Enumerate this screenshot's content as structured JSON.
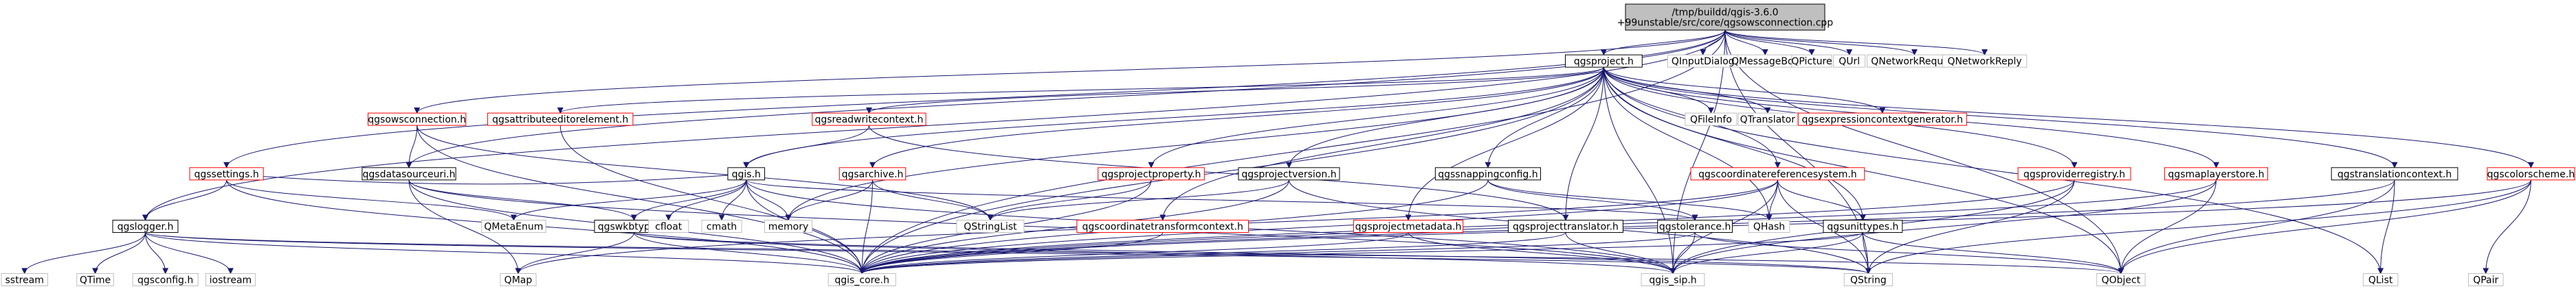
{
  "colors": {
    "edge": "#191970",
    "gray_border": "#bfbfbf",
    "red_border": "#ff0000",
    "black_border": "#000000",
    "root_fill": "#bfbfbf",
    "node_fill": "#ffffff"
  },
  "nodes": {
    "root": {
      "label": "/tmp/buildd/qgis-3.6.0\n+99unstable/src/core/qgsowsconnection.cpp",
      "style": "root"
    },
    "qgsproject": {
      "label": "qgsproject.h",
      "style": "black"
    },
    "QInputDialog": {
      "label": "QInputDialog",
      "style": "gray"
    },
    "QMessageBox": {
      "label": "QMessageBox",
      "style": "gray"
    },
    "QPicture": {
      "label": "QPicture",
      "style": "gray"
    },
    "QUrl": {
      "label": "QUrl",
      "style": "gray"
    },
    "QNetworkRequest": {
      "label": "QNetworkRequest",
      "style": "gray"
    },
    "QNetworkReply": {
      "label": "QNetworkReply",
      "style": "gray"
    },
    "qgsowsconnection": {
      "label": "qgsowsconnection.h",
      "style": "red"
    },
    "qgsattributeeditorelement": {
      "label": "qgsattributeeditorelement.h",
      "style": "red"
    },
    "qgsreadwritecontext": {
      "label": "qgsreadwritecontext.h",
      "style": "red"
    },
    "QFileInfo": {
      "label": "QFileInfo",
      "style": "gray"
    },
    "QTranslator": {
      "label": "QTranslator",
      "style": "gray"
    },
    "qgsexpressioncontextgenerator": {
      "label": "qgsexpressioncontextgenerator.h",
      "style": "red"
    },
    "qgssettings": {
      "label": "qgssettings.h",
      "style": "red"
    },
    "qgsdatasourceuri": {
      "label": "qgsdatasourceuri.h",
      "style": "black"
    },
    "qgis": {
      "label": "qgis.h",
      "style": "black"
    },
    "qgsarchive": {
      "label": "qgsarchive.h",
      "style": "red"
    },
    "qgsprojectproperty": {
      "label": "qgsprojectproperty.h",
      "style": "red"
    },
    "qgsprojectversion": {
      "label": "qgsprojectversion.h",
      "style": "black"
    },
    "qgssnappingconfig": {
      "label": "qgssnappingconfig.h",
      "style": "black"
    },
    "qgscoordinatereferencesystem": {
      "label": "qgscoordinatereferencesystem.h",
      "style": "red"
    },
    "qgsproviderregistry": {
      "label": "qgsproviderregistry.h",
      "style": "red"
    },
    "qgsmaplayerstore": {
      "label": "qgsmaplayerstore.h",
      "style": "red"
    },
    "qgstranslationcontext": {
      "label": "qgstranslationcontext.h",
      "style": "black"
    },
    "qgscolorscheme": {
      "label": "qgscolorscheme.h",
      "style": "red"
    },
    "qgslogger": {
      "label": "qgslogger.h",
      "style": "black"
    },
    "QMetaEnum": {
      "label": "QMetaEnum",
      "style": "gray"
    },
    "qgswkbtypes": {
      "label": "qgswkbtypes.h",
      "style": "black"
    },
    "cfloat": {
      "label": "cfloat",
      "style": "gray"
    },
    "cmath": {
      "label": "cmath",
      "style": "gray"
    },
    "memory": {
      "label": "memory",
      "style": "gray"
    },
    "QStringList": {
      "label": "QStringList",
      "style": "gray"
    },
    "qgscoordinatetransformcontext": {
      "label": "qgscoordinatetransformcontext.h",
      "style": "red"
    },
    "qgsprojectmetadata": {
      "label": "qgsprojectmetadata.h",
      "style": "red"
    },
    "qgsprojecttranslator": {
      "label": "qgsprojecttranslator.h",
      "style": "black"
    },
    "qgstolerance": {
      "label": "qgstolerance.h",
      "style": "black"
    },
    "QHash": {
      "label": "QHash",
      "style": "gray"
    },
    "qgsunittypes": {
      "label": "qgsunittypes.h",
      "style": "black"
    },
    "sstream": {
      "label": "sstream",
      "style": "gray"
    },
    "QTime": {
      "label": "QTime",
      "style": "gray"
    },
    "qgsconfig": {
      "label": "qgsconfig.h",
      "style": "gray"
    },
    "iostream": {
      "label": "iostream",
      "style": "gray"
    },
    "QMap": {
      "label": "QMap",
      "style": "gray"
    },
    "qgis_core": {
      "label": "qgis_core.h",
      "style": "gray"
    },
    "qgis_sip": {
      "label": "qgis_sip.h",
      "style": "gray"
    },
    "QString": {
      "label": "QString",
      "style": "gray"
    },
    "QObject": {
      "label": "QObject",
      "style": "gray"
    },
    "QList": {
      "label": "QList",
      "style": "gray"
    },
    "QPair": {
      "label": "QPair",
      "style": "gray"
    }
  },
  "edges": [
    [
      "root",
      "qgsproject"
    ],
    [
      "root",
      "QInputDialog"
    ],
    [
      "root",
      "QMessageBox"
    ],
    [
      "root",
      "QPicture"
    ],
    [
      "root",
      "QUrl"
    ],
    [
      "root",
      "QNetworkRequest"
    ],
    [
      "root",
      "QNetworkReply"
    ],
    [
      "root",
      "qgsowsconnection"
    ],
    [
      "root",
      "qgssettings"
    ],
    [
      "root",
      "qgslogger"
    ],
    [
      "root",
      "qgsdatasourceuri"
    ],
    [
      "root",
      "qgis_core"
    ],
    [
      "root",
      "qgis_sip"
    ],
    [
      "root",
      "QString"
    ],
    [
      "root",
      "QObject"
    ],
    [
      "qgsproject",
      "qgsattributeeditorelement"
    ],
    [
      "qgsproject",
      "qgsreadwritecontext"
    ],
    [
      "qgsproject",
      "QFileInfo"
    ],
    [
      "qgsproject",
      "QTranslator"
    ],
    [
      "qgsproject",
      "qgsexpressioncontextgenerator"
    ],
    [
      "qgsproject",
      "qgis"
    ],
    [
      "qgsproject",
      "qgsarchive"
    ],
    [
      "qgsproject",
      "qgsprojectproperty"
    ],
    [
      "qgsproject",
      "qgsprojectversion"
    ],
    [
      "qgsproject",
      "qgssnappingconfig"
    ],
    [
      "qgsproject",
      "qgscoordinatereferencesystem"
    ],
    [
      "qgsproject",
      "qgsproviderregistry"
    ],
    [
      "qgsproject",
      "qgsmaplayerstore"
    ],
    [
      "qgsproject",
      "qgstranslationcontext"
    ],
    [
      "qgsproject",
      "qgscolorscheme"
    ],
    [
      "qgsproject",
      "memory"
    ],
    [
      "qgsproject",
      "QHash"
    ],
    [
      "qgsproject",
      "qgsunittypes"
    ],
    [
      "qgsproject",
      "qgscoordinatetransformcontext"
    ],
    [
      "qgsproject",
      "qgsprojectmetadata"
    ],
    [
      "qgsproject",
      "qgsprojecttranslator"
    ],
    [
      "qgsproject",
      "qgis_core"
    ],
    [
      "qgsproject",
      "qgis_sip"
    ],
    [
      "qgsproject",
      "QList"
    ],
    [
      "qgsproject",
      "QObject"
    ],
    [
      "qgsowsconnection",
      "qgsdatasourceuri"
    ],
    [
      "qgsowsconnection",
      "qgis_core"
    ],
    [
      "qgsowsconnection",
      "QStringList"
    ],
    [
      "qgsattributeeditorelement",
      "qgis_core"
    ],
    [
      "qgsreadwritecontext",
      "qgis"
    ],
    [
      "qgsreadwritecontext",
      "qgsprojecttranslator"
    ],
    [
      "qgssettings",
      "qgslogger"
    ],
    [
      "qgssettings",
      "QMetaEnum"
    ],
    [
      "qgssettings",
      "qgis_core"
    ],
    [
      "qgssettings",
      "qgis"
    ],
    [
      "qgsdatasourceuri",
      "qgswkbtypes"
    ],
    [
      "qgsdatasourceuri",
      "qgis_core"
    ],
    [
      "qgsdatasourceuri",
      "qgis_sip"
    ],
    [
      "qgsdatasourceuri",
      "QMap"
    ],
    [
      "qgis",
      "QMetaEnum"
    ],
    [
      "qgis",
      "cfloat"
    ],
    [
      "qgis",
      "cmath"
    ],
    [
      "qgis",
      "memory"
    ],
    [
      "qgis",
      "qgswkbtypes"
    ],
    [
      "qgis",
      "qgis_core"
    ],
    [
      "qgis",
      "qgis_sip"
    ],
    [
      "qgis",
      "qgstolerance"
    ],
    [
      "qgsarchive",
      "memory"
    ],
    [
      "qgsarchive",
      "QStringList"
    ],
    [
      "qgsarchive",
      "qgis_core"
    ],
    [
      "qgsprojectproperty",
      "QStringList"
    ],
    [
      "qgsprojectproperty",
      "qgis_core"
    ],
    [
      "qgsprojectversion",
      "QStringList"
    ],
    [
      "qgsprojectversion",
      "qgis_core"
    ],
    [
      "qgsprojectversion",
      "QString"
    ],
    [
      "qgssnappingconfig",
      "qgstolerance"
    ],
    [
      "qgssnappingconfig",
      "QHash"
    ],
    [
      "qgssnappingconfig",
      "qgis_core"
    ],
    [
      "qgscoordinatereferencesystem",
      "QHash"
    ],
    [
      "qgscoordinatereferencesystem",
      "qgsunittypes"
    ],
    [
      "qgscoordinatereferencesystem",
      "qgis_core"
    ],
    [
      "qgscoordinatereferencesystem",
      "qgis_sip"
    ],
    [
      "qgscoordinatereferencesystem",
      "QString"
    ],
    [
      "qgscoordinatereferencesystem",
      "QMap"
    ],
    [
      "qgsproviderregistry",
      "qgis_core"
    ],
    [
      "qgsproviderregistry",
      "qgis_sip"
    ],
    [
      "qgsproviderregistry",
      "QString"
    ],
    [
      "qgsmaplayerstore",
      "qgis_core"
    ],
    [
      "qgsmaplayerstore",
      "qgis_sip"
    ],
    [
      "qgsmaplayerstore",
      "QObject"
    ],
    [
      "qgstranslationcontext",
      "qgis_core"
    ],
    [
      "qgstranslationcontext",
      "QList"
    ],
    [
      "qgstranslationcontext",
      "QObject"
    ],
    [
      "qgscolorscheme",
      "qgis_core"
    ],
    [
      "qgscolorscheme",
      "QString"
    ],
    [
      "qgscolorscheme",
      "QPair"
    ],
    [
      "qgscolorscheme",
      "QObject"
    ],
    [
      "qgslogger",
      "sstream"
    ],
    [
      "qgslogger",
      "QTime"
    ],
    [
      "qgslogger",
      "qgsconfig"
    ],
    [
      "qgslogger",
      "iostream"
    ],
    [
      "qgslogger",
      "qgis_core"
    ],
    [
      "qgslogger",
      "QString"
    ],
    [
      "qgslogger",
      "QObject"
    ],
    [
      "qgswkbtypes",
      "QMap"
    ],
    [
      "qgswkbtypes",
      "qgis_core"
    ],
    [
      "qgswkbtypes",
      "qgis_sip"
    ],
    [
      "qgswkbtypes",
      "QString"
    ],
    [
      "qgscoordinatetransformcontext",
      "qgis_core"
    ],
    [
      "qgsprojectmetadata",
      "qgis_core"
    ],
    [
      "qgsprojectmetadata",
      "qgis_sip"
    ],
    [
      "qgsprojecttranslator",
      "qgis_core"
    ],
    [
      "qgsprojecttranslator",
      "qgis_sip"
    ],
    [
      "qgstolerance",
      "qgis_core"
    ],
    [
      "qgstolerance",
      "QObject"
    ],
    [
      "qgstolerance",
      "qgis_sip"
    ],
    [
      "qgsunittypes",
      "qgis_core"
    ],
    [
      "qgsunittypes",
      "qgis_sip"
    ],
    [
      "qgsunittypes",
      "QObject"
    ],
    [
      "qgsunittypes",
      "QString"
    ]
  ]
}
